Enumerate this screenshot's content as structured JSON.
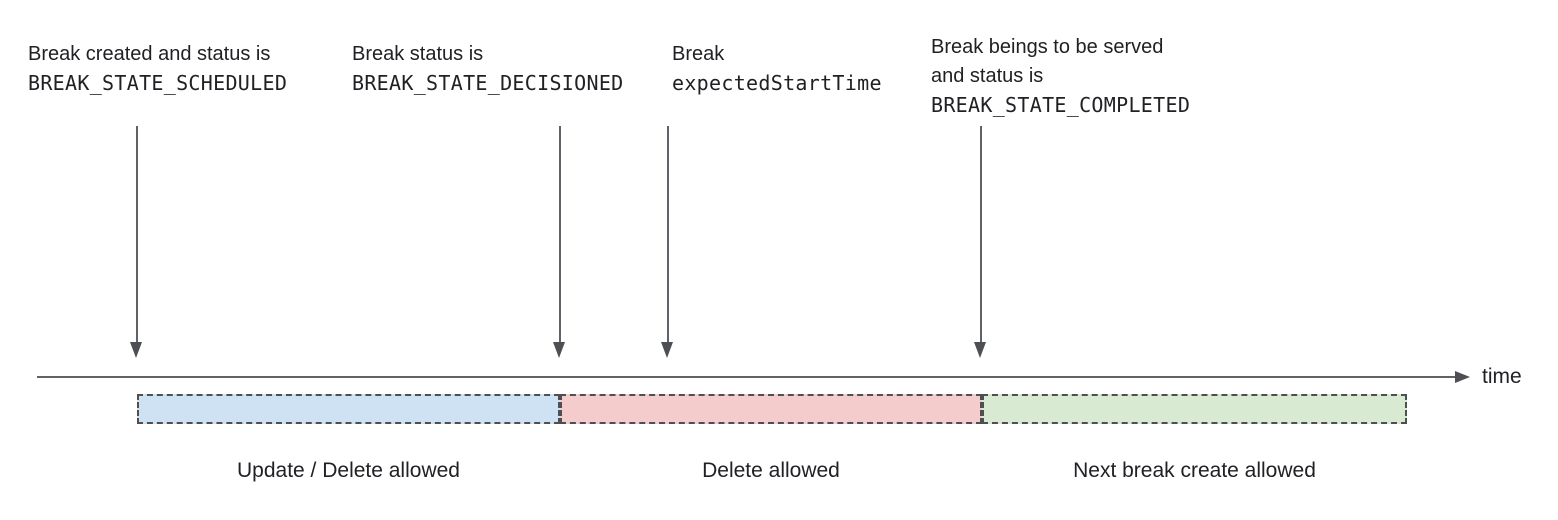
{
  "annotations": {
    "scheduled": {
      "line1": "Break created and status is",
      "code": "BREAK_STATE_SCHEDULED"
    },
    "decisioned": {
      "line1": "Break status is",
      "code": "BREAK_STATE_DECISIONED"
    },
    "expected_start": {
      "line1": "Break",
      "code": "expectedStartTime"
    },
    "completed": {
      "line1": "Break beings to be served",
      "line2": "and status is",
      "code": "BREAK_STATE_COMPLETED"
    }
  },
  "timeline": {
    "axis_label": "time"
  },
  "segments": {
    "update_delete": {
      "label": "Update / Delete allowed",
      "fill": "#cfe2f3"
    },
    "delete": {
      "label": "Delete allowed",
      "fill": "#f4cccc"
    },
    "next_create": {
      "label": "Next break create allowed",
      "fill": "#d9ead3"
    }
  },
  "colors": {
    "text": "#202124",
    "axis_line": "#5f6368",
    "segment_border": "#4d4f52"
  }
}
